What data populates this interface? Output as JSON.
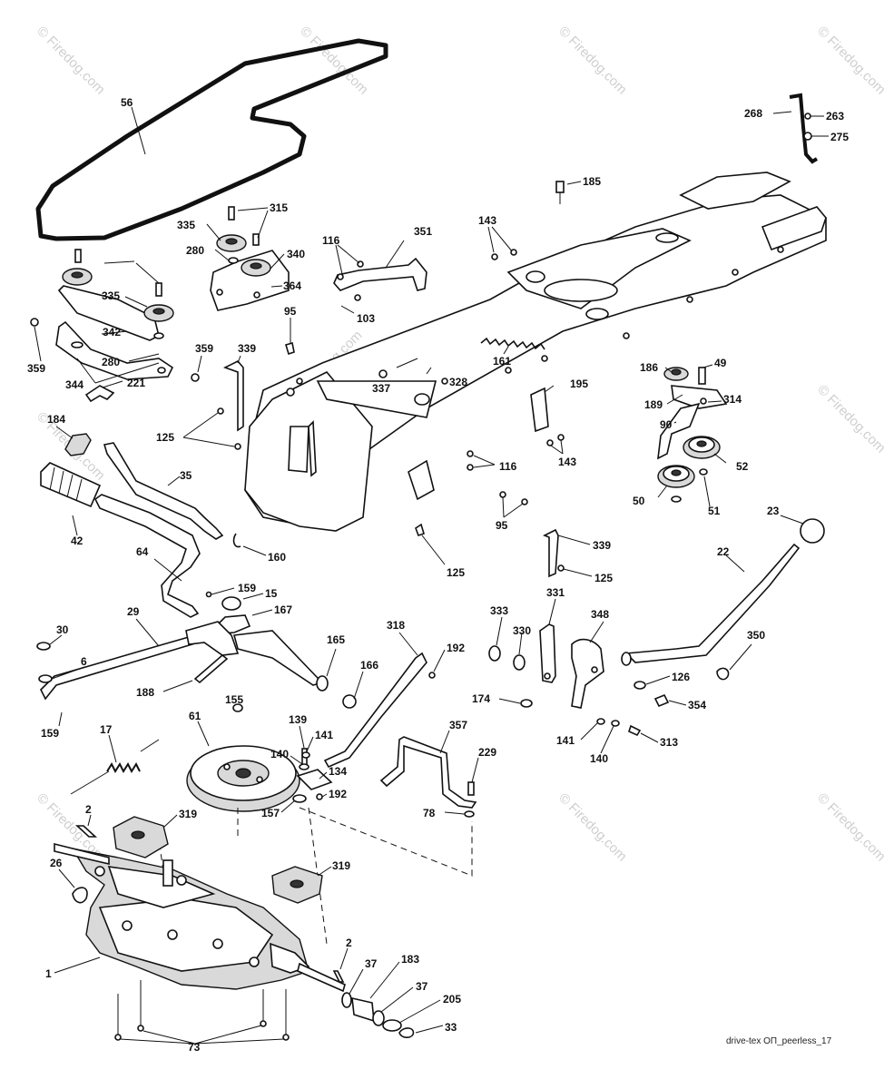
{
  "diagram": {
    "footer": "drive-tex OП_peerless_17",
    "watermarks": [
      "© Firedog.com",
      "© Firedog.com",
      "© Firedog.com",
      "© Firedog.com",
      "© Firedog.com",
      "© Firedog.com",
      "© Firedog.com",
      "© Firedog.com",
      "© Firedog.com",
      "© Firedog.com"
    ],
    "labels": [
      "56",
      "315",
      "335",
      "280",
      "340",
      "364",
      "335",
      "342",
      "280",
      "359",
      "344",
      "359",
      "116",
      "351",
      "103",
      "143",
      "185",
      "268",
      "263",
      "275",
      "95",
      "339",
      "125",
      "221",
      "184",
      "42",
      "35",
      "160",
      "64",
      "159",
      "15",
      "167",
      "29",
      "30",
      "6",
      "188",
      "159",
      "165",
      "166",
      "155",
      "61",
      "17",
      "139",
      "141",
      "140",
      "134",
      "192",
      "157",
      "318",
      "192",
      "2",
      "319",
      "319",
      "26",
      "1",
      "2",
      "37",
      "183",
      "37",
      "205",
      "33",
      "73",
      "357",
      "229",
      "78",
      "337",
      "328",
      "161",
      "116",
      "143",
      "95",
      "125",
      "195",
      "186",
      "49",
      "189",
      "314",
      "90",
      "52",
      "50",
      "51",
      "23",
      "22",
      "339",
      "125",
      "333",
      "330",
      "331",
      "348",
      "350",
      "126",
      "354",
      "174",
      "141",
      "140",
      "313"
    ]
  }
}
